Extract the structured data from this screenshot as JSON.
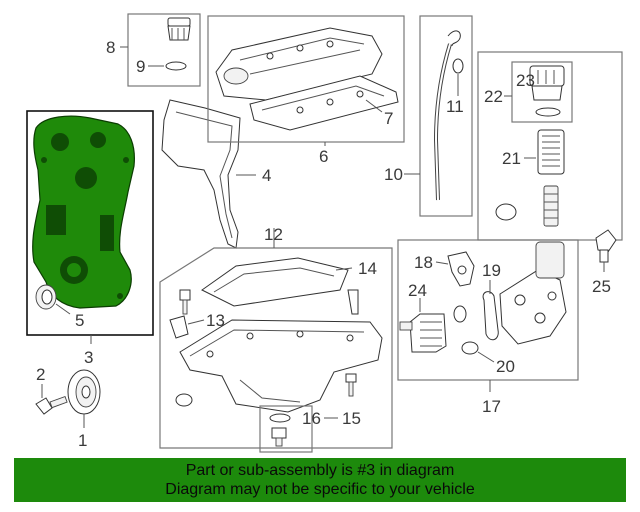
{
  "callouts": {
    "c1": "1",
    "c2": "2",
    "c3": "3",
    "c4": "4",
    "c5": "5",
    "c6": "6",
    "c7": "7",
    "c8": "8",
    "c9": "9",
    "c10": "10",
    "c11": "11",
    "c12": "12",
    "c13": "13",
    "c14": "14",
    "c15": "15",
    "c16": "16",
    "c17": "17",
    "c18": "18",
    "c19": "19",
    "c20": "20",
    "c21": "21",
    "c22": "22",
    "c23": "23",
    "c24": "24",
    "c25": "25"
  },
  "highlight": {
    "part_number": "3",
    "color": "#1d8a0c"
  },
  "banner": {
    "line1": "Part or sub-assembly is #3 in diagram",
    "line2": "Diagram may not be specific to your vehicle",
    "background": "#1d8a0c"
  }
}
